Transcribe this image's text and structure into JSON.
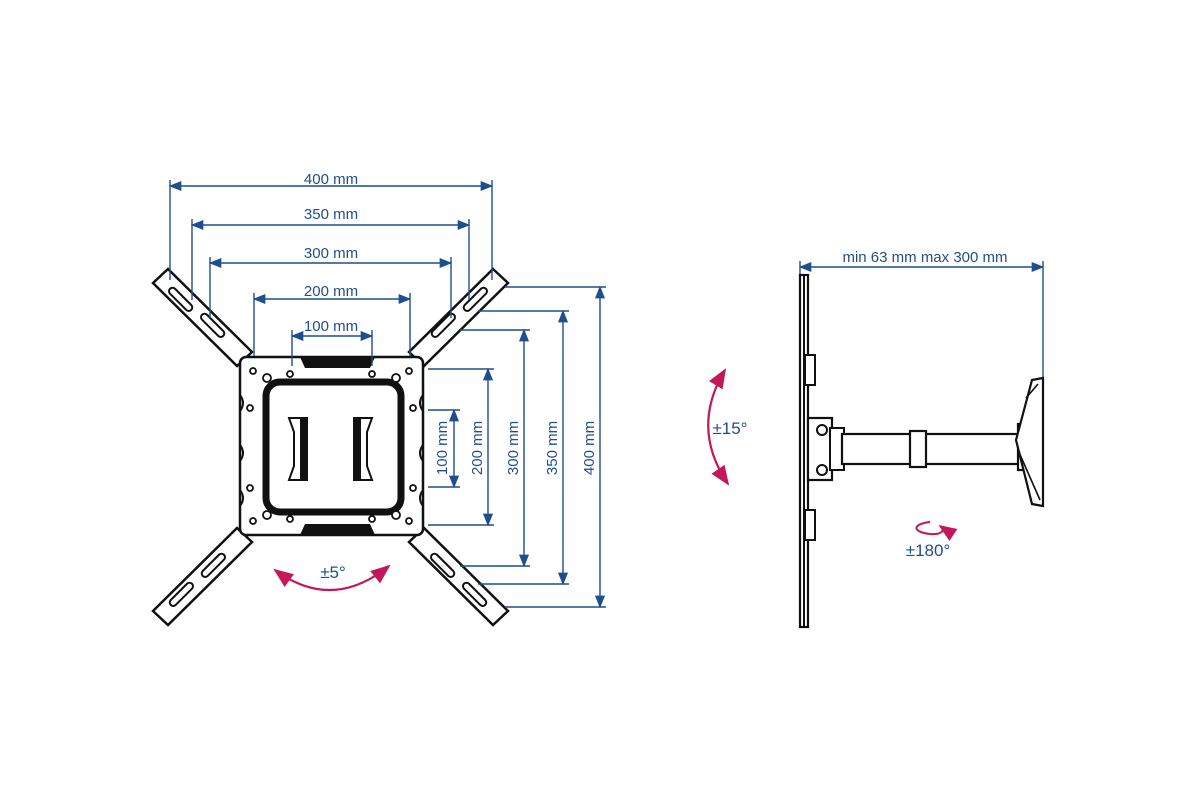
{
  "colors": {
    "dimension": "#1f4e8c",
    "rotation_arrow": "#c2185b",
    "drawing": "#111111",
    "background": "#ffffff"
  },
  "front_view": {
    "horizontal_dimensions": [
      "400 mm",
      "350 mm",
      "300 mm",
      "200 mm",
      "100 mm"
    ],
    "vertical_dimensions": [
      "100 mm",
      "200 mm",
      "300 mm",
      "350 mm",
      "400 mm"
    ],
    "rotation": "±5°"
  },
  "side_view": {
    "depth_dimension": "min 63 mm max 300 mm",
    "tilt": "±15°",
    "swivel": "±180°"
  }
}
